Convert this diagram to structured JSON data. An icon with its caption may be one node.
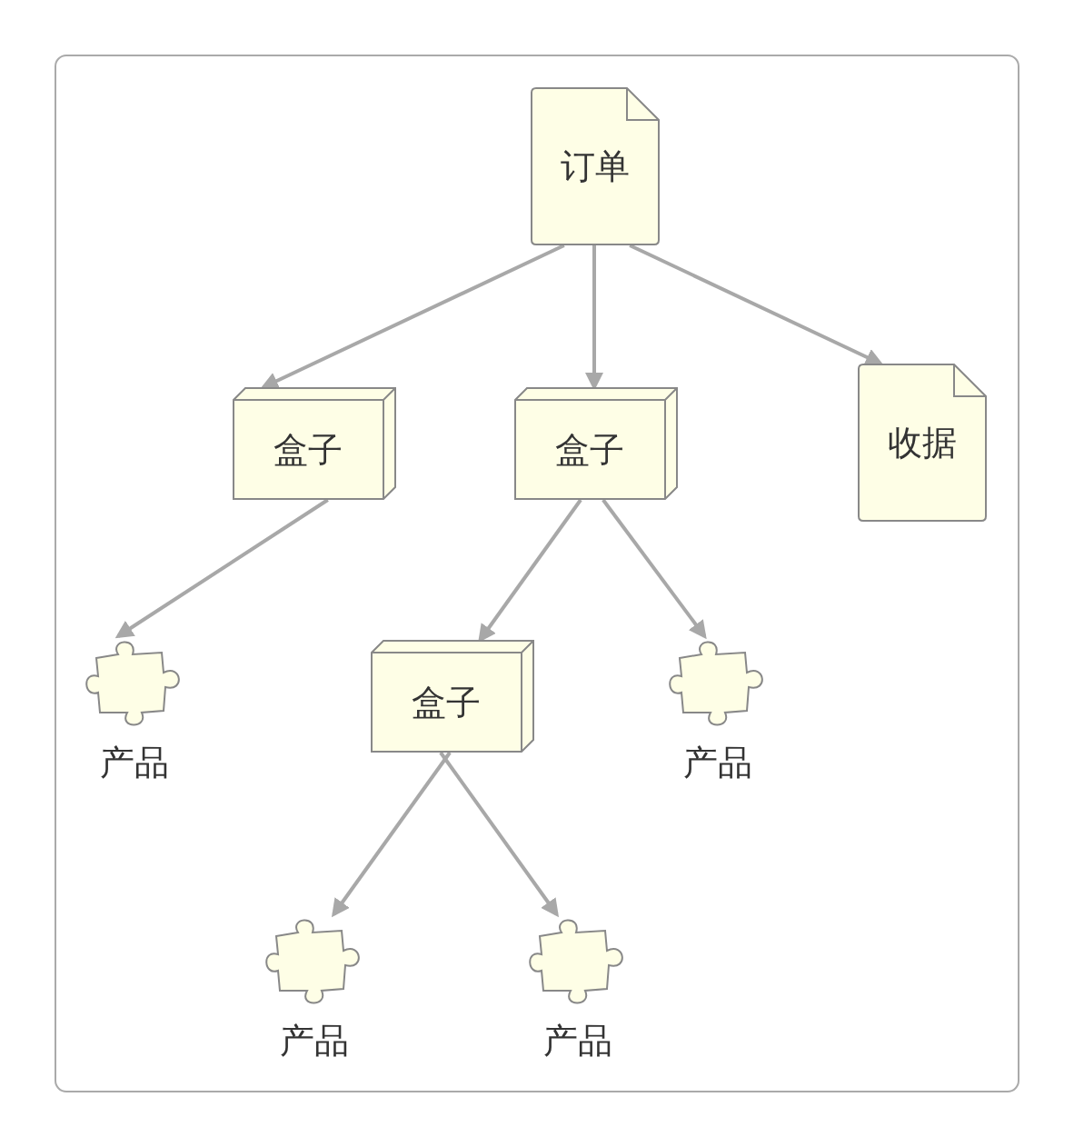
{
  "diagram": {
    "nodes": [
      {
        "text": [
          "订单"
        ]
      },
      {
        "text": [
          "盒子"
        ]
      },
      {
        "text": [
          "盒子"
        ]
      },
      {
        "text": [
          "收据"
        ]
      },
      {
        "text": [
          "产品"
        ]
      },
      {
        "text": [
          "盒子"
        ]
      },
      {
        "text": [
          "产品"
        ]
      },
      {
        "text": [
          "产品"
        ]
      },
      {
        "text": [
          "产品"
        ]
      }
    ],
    "edges": [
      {
        "from": 0,
        "to": 1,
        "arrow": "to"
      },
      {
        "from": 0,
        "to": 2,
        "arrow": "to"
      },
      {
        "from": 0,
        "to": 3,
        "arrow": "to"
      },
      {
        "from": 1,
        "to": 4,
        "arrow": "to"
      },
      {
        "from": 2,
        "to": 5,
        "arrow": "to"
      },
      {
        "from": 2,
        "to": 6,
        "arrow": "to"
      },
      {
        "from": 5,
        "to": 7,
        "arrow": "to"
      },
      {
        "from": 5,
        "to": 8,
        "arrow": "to"
      }
    ]
  }
}
